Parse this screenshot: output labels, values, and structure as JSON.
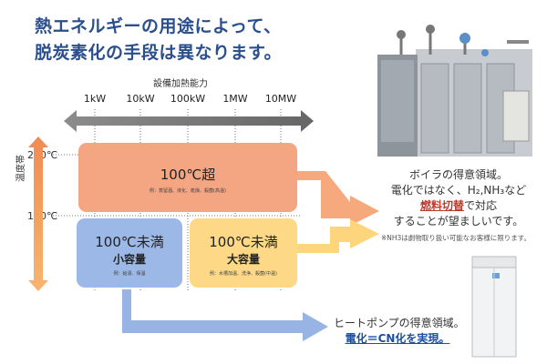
{
  "heading": {
    "line1": "熱エネルギーの用途によって、",
    "line2": "脱炭素化の手段は異なります。"
  },
  "capacity_axis": {
    "title": "設備加熱能力",
    "ticks": [
      "1kW",
      "10kW",
      "100kW",
      "1MW",
      "10MW"
    ]
  },
  "temperature_axis": {
    "title": "温度帯",
    "ticks": [
      "200℃",
      "100℃"
    ]
  },
  "boxes": {
    "high": {
      "title": "100℃超",
      "example": "例：蒸留酒、液化、乾燥、殺菌(高温)",
      "color": "#f4a582"
    },
    "low_small": {
      "title": "100℃未満",
      "subtitle": "小容量",
      "example": "例：給湯、保温",
      "color": "#9cb8e6"
    },
    "low_large": {
      "title": "100℃未満",
      "subtitle": "大容量",
      "example": "例：水槽加温、洗浄、殺菌(中温)",
      "color": "#fdd886"
    }
  },
  "boiler_text": {
    "line1": "ボイラの得意領域。",
    "line2": "電化ではなく、H₂,NH₃など",
    "line3_highlight": "燃料切替",
    "line3_rest": "で対応",
    "line4": "することが望ましいです。",
    "note": "※NH3は劇物取り扱い可能なお客様に限ります。"
  },
  "heatpump_text": {
    "line1": "ヒートポンプの得意領域。",
    "line2": "電化＝CN化を実現。"
  }
}
